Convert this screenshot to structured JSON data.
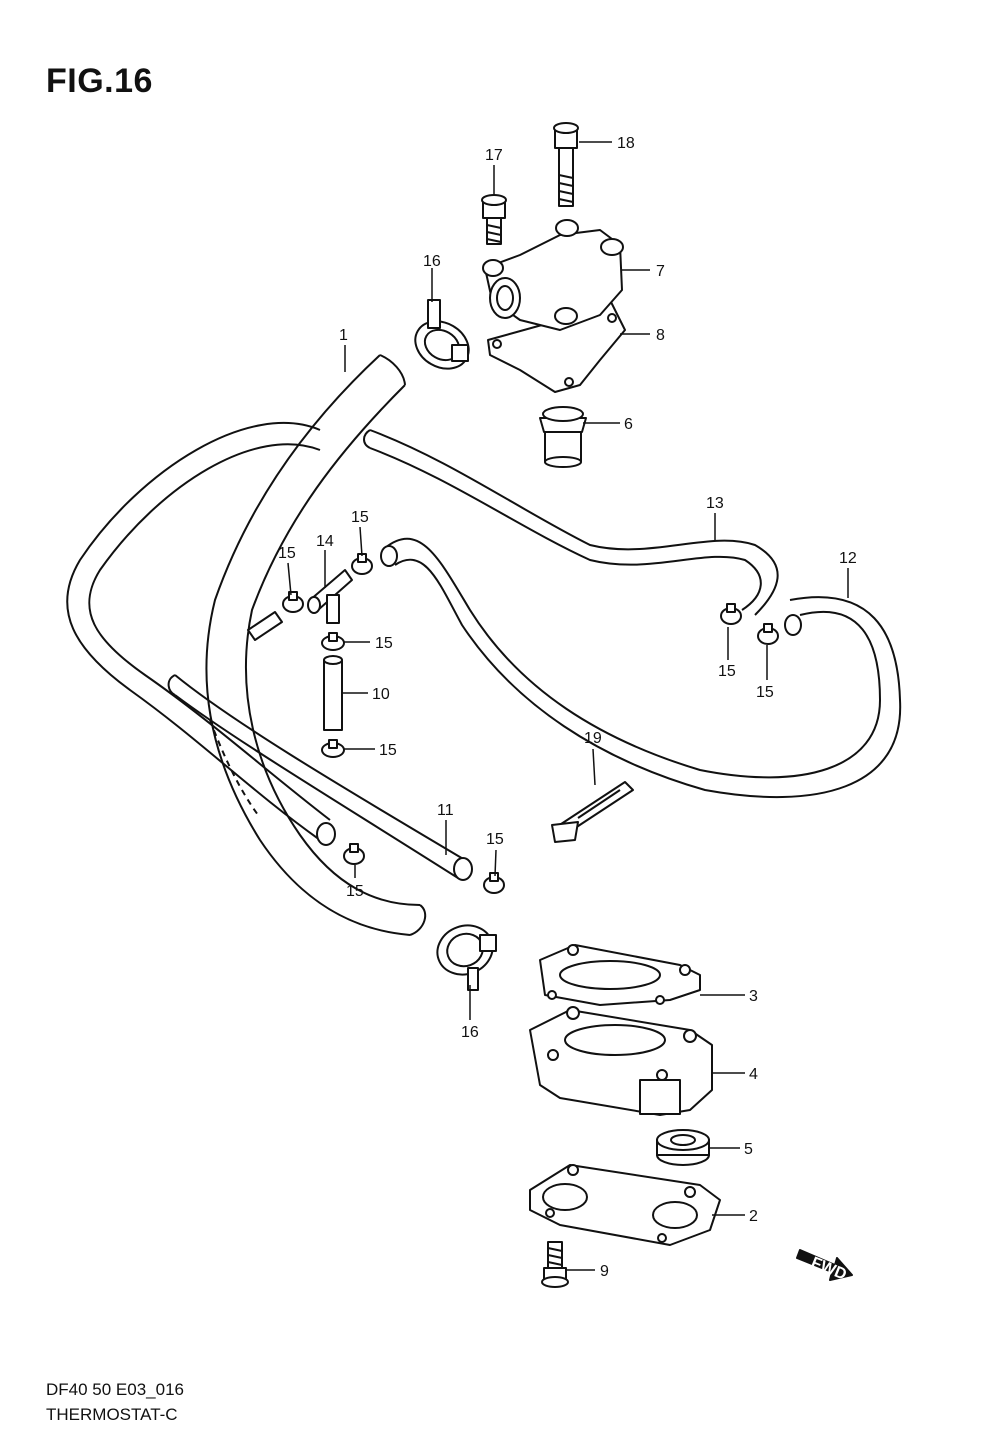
{
  "figure": {
    "title": "FIG.16",
    "model_code": "DF40 50 E03_016",
    "section_name": "THERMOSTAT-C"
  },
  "callouts": [
    "1",
    "2",
    "3",
    "4",
    "5",
    "6",
    "7",
    "8",
    "9",
    "10",
    "11",
    "12",
    "13",
    "14",
    "15",
    "16",
    "17",
    "18",
    "19"
  ],
  "direction_marker": {
    "label": "FWD"
  }
}
